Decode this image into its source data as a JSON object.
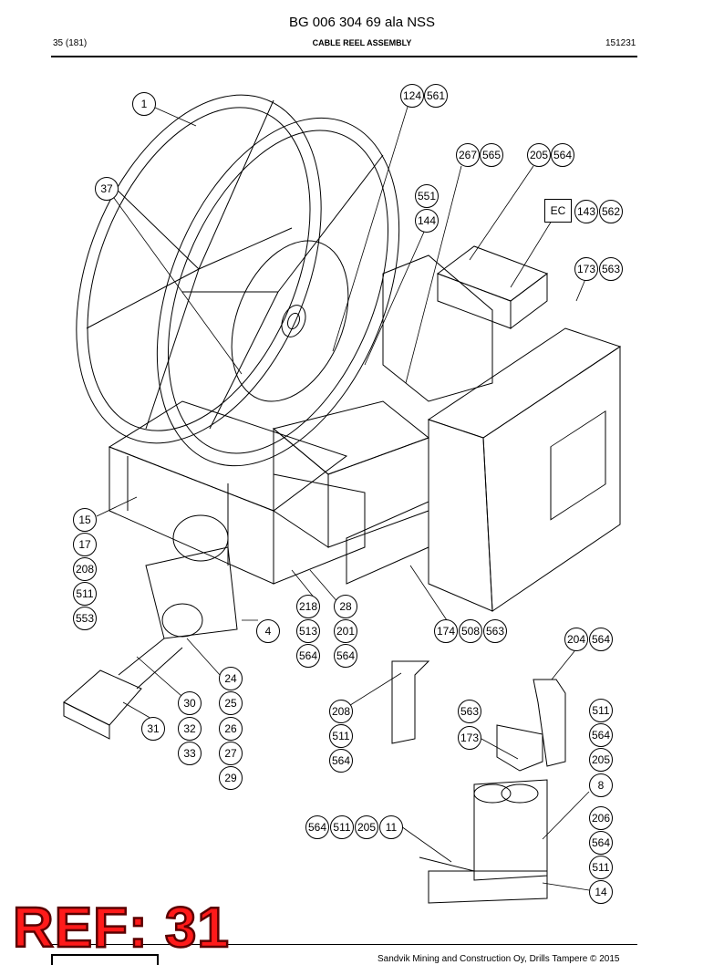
{
  "header": {
    "title": "BG 006 304 69 ala NSS",
    "page": "35 (181)",
    "section": "CABLE REEL ASSEMBLY",
    "code": "151231"
  },
  "footer": {
    "copyright": "Sandvik Mining and Construction Oy, Drills Tampere © 2015"
  },
  "overlay": {
    "ref_label": "REF: 31",
    "ref_color": "#ff1a1a"
  },
  "callouts": {
    "c1": "1",
    "c37": "37",
    "c124": "124",
    "c561": "561",
    "c267": "267",
    "c565": "565",
    "c205a": "205",
    "c564a": "564",
    "c551": "551",
    "c144": "144",
    "c143": "143",
    "c562": "562",
    "c173a": "173",
    "c563a": "563",
    "c15": "15",
    "c17": "17",
    "c208a": "208",
    "c511a": "511",
    "c553": "553",
    "c218": "218",
    "c28": "28",
    "c4": "4",
    "c513": "513",
    "c201": "201",
    "c564b": "564",
    "c564c": "564",
    "c174": "174",
    "c508": "508",
    "c563b": "563",
    "c204": "204",
    "c564d": "564",
    "c24": "24",
    "c30": "30",
    "c25": "25",
    "c31": "31",
    "c32": "32",
    "c26": "26",
    "c33": "33",
    "c27": "27",
    "c29": "29",
    "c208b": "208",
    "c511b": "511",
    "c564e": "564",
    "c563c": "563",
    "c173b": "173",
    "c511c": "511",
    "c564f": "564",
    "c205b": "205",
    "c8": "8",
    "c206": "206",
    "c564g": "564",
    "c511d": "511",
    "c14": "14",
    "c564h": "564",
    "c511e": "511",
    "c205c": "205",
    "c11": "11"
  },
  "ec_label": "EC"
}
